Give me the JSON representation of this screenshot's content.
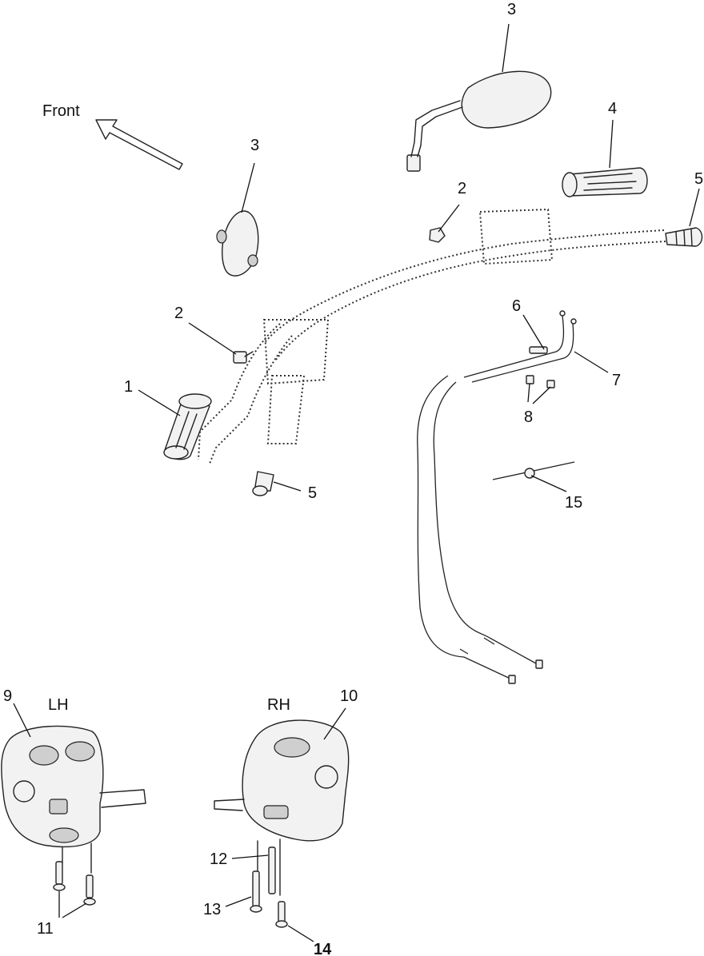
{
  "front_label": "Front",
  "side_labels": {
    "lh": "LH",
    "rh": "RH"
  },
  "callouts": {
    "c1": "1",
    "c2a": "2",
    "c2b": "2",
    "c3a": "3",
    "c3b": "3",
    "c4": "4",
    "c5a": "5",
    "c5b": "5",
    "c6": "6",
    "c7": "7",
    "c8": "8",
    "c9": "9",
    "c10": "10",
    "c11": "11",
    "c12": "12",
    "c13": "13",
    "c14": "14",
    "c15": "15"
  }
}
